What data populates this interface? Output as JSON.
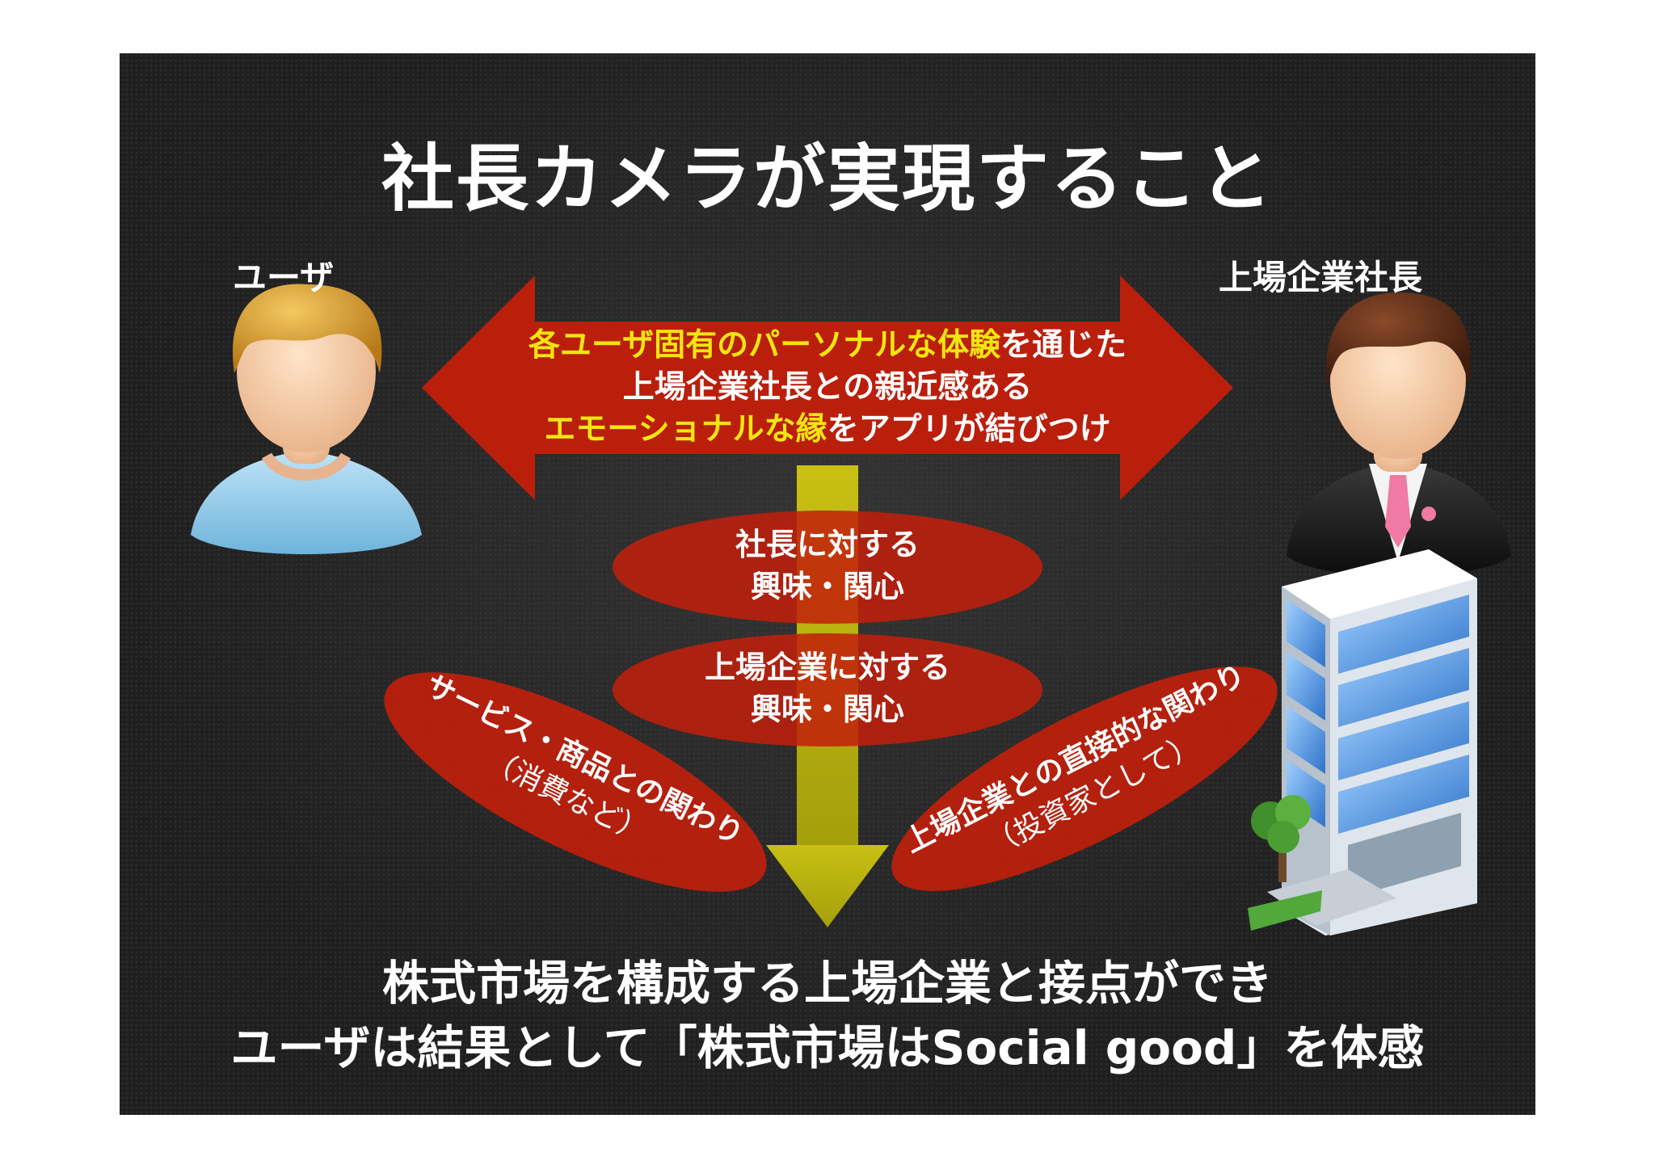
{
  "title": "社長カメラが実現すること",
  "labels": {
    "user": "ユーザ",
    "ceo": "上場企業社長"
  },
  "arrow": {
    "line1_hl": "各ユーザ固有のパーソナルな体験",
    "line1_tail": "を通じた",
    "line2": "上場企業社長との親近感ある",
    "line3_hl": "エモーショナルな縁",
    "line3_tail": "をアプリが結びつけ"
  },
  "ovals": {
    "ceo_interest_1": "社長に対する",
    "ceo_interest_2": "興味・関心",
    "company_interest_1": "上場企業に対する",
    "company_interest_2": "興味・関心",
    "left_main": "サービス・商品との関わり",
    "left_sub": "（消費など）",
    "right_main": "上場企業との直接的な関わり",
    "right_sub": "（投資家として）"
  },
  "conclusion": {
    "line1": "株式市場を構成する上場企業と接点ができ",
    "line2": "ユーザは結果として「株式市場はSocial good」を体感"
  },
  "colors": {
    "red_shape": "#c21f0b",
    "highlight_text": "#f3e60e",
    "arrow_down": "#b6b010",
    "background": "#1f1f1f"
  },
  "icons": [
    "user-icon",
    "businessman-icon",
    "office-building-icon"
  ]
}
